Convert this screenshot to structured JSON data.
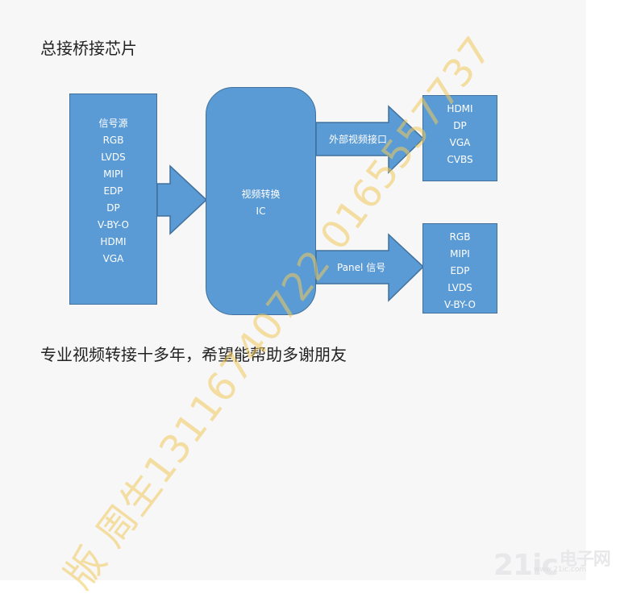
{
  "heading": "总接桥接芯片",
  "source_box": {
    "items": [
      "信号源",
      "RGB",
      "LVDS",
      "MIPI",
      "EDP",
      "DP",
      "V-BY-O",
      "HDMI",
      "VGA"
    ]
  },
  "converter_box": {
    "lines": [
      "视频转换",
      "IC"
    ]
  },
  "arrows": {
    "external_label": "外部视频接口",
    "panel_label": "Panel 信号"
  },
  "external_box": {
    "items": [
      "HDMI",
      "DP",
      "VGA",
      "CVBS"
    ]
  },
  "panel_box": {
    "items": [
      "RGB",
      "MIPI",
      "EDP",
      "LVDS",
      "V-BY-O"
    ]
  },
  "footer_text": "专业视频转接十多年，希望能帮助多谢朋友",
  "watermark": "版 周生13116740722 0165557737",
  "logo": {
    "mark": "21ic",
    "name": "电子网",
    "url": "www.21ic.com"
  },
  "colors": {
    "box_fill": "#5b9bd5",
    "box_border": "#41719c",
    "watermark": "#f0c85a"
  }
}
